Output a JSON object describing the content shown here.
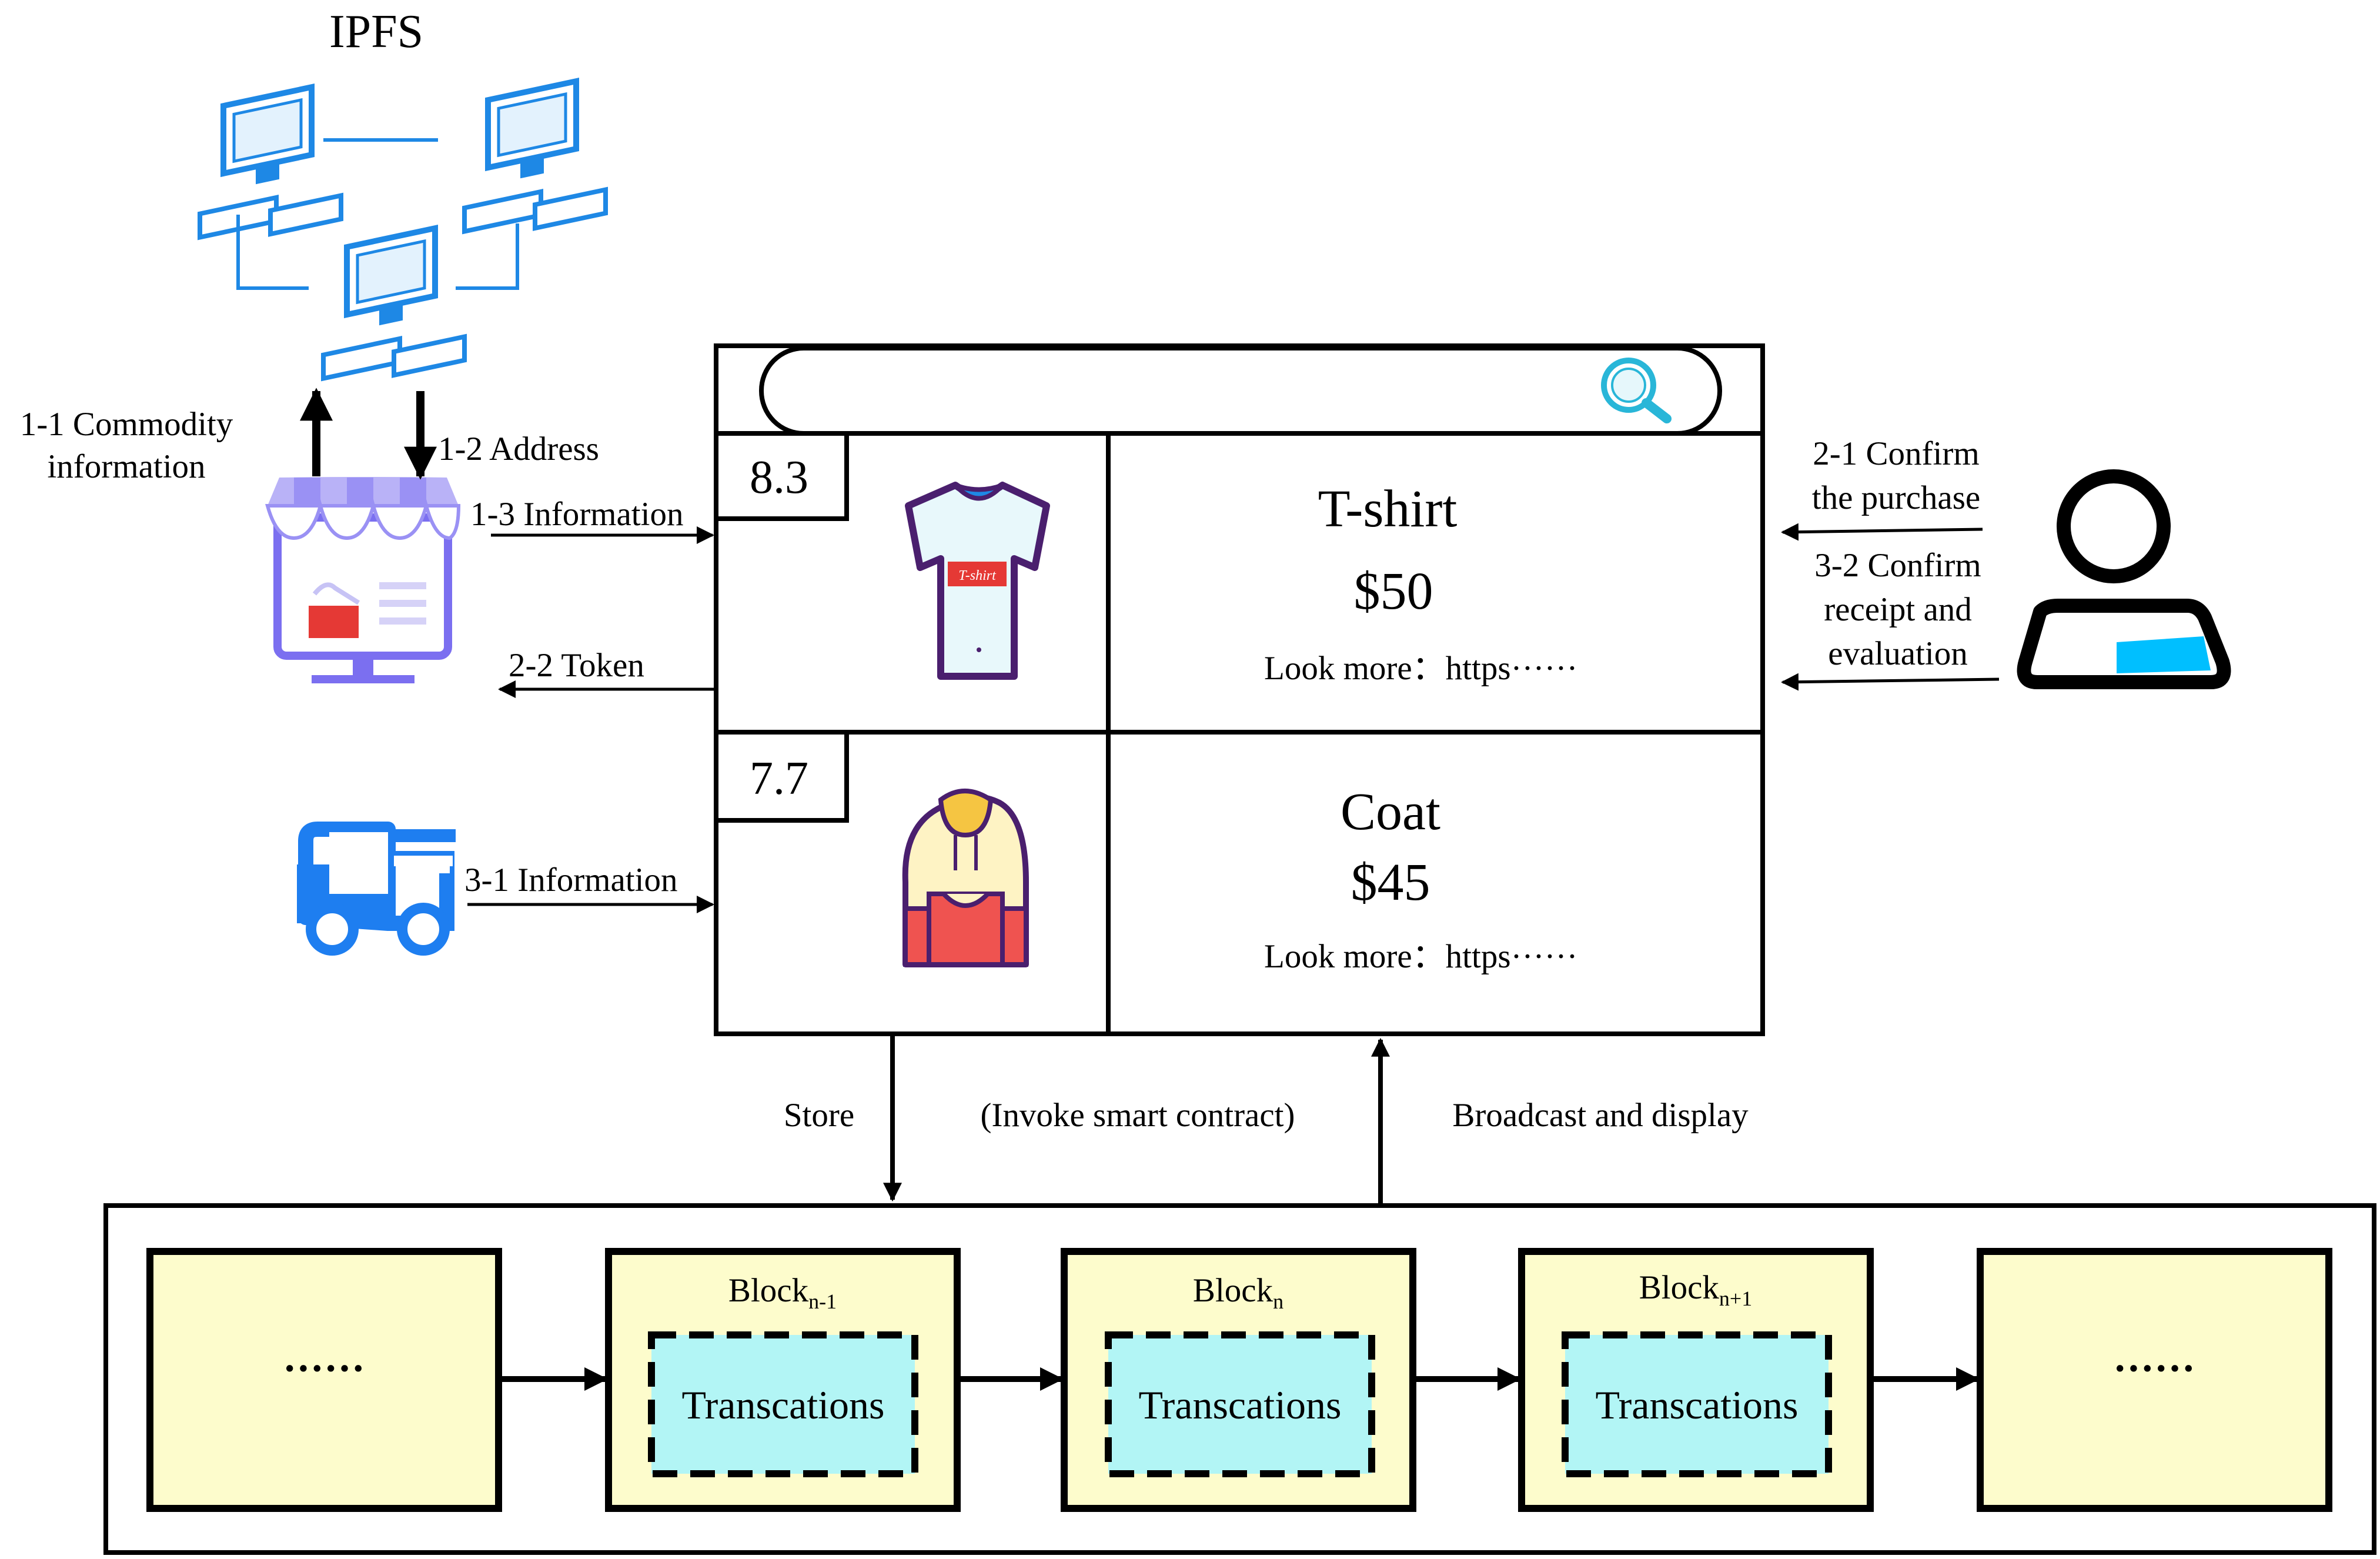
{
  "ipfs": {
    "title": "IPFS"
  },
  "labels": {
    "commodity_info_line1": "1-1 Commodity",
    "commodity_info_line2": "information",
    "address": "1-2 Address",
    "information_1_3": "1-3 Information",
    "token": "2-2 Token",
    "information_3_1": "3-1 Information",
    "confirm_purchase_line1": "2-1 Confirm",
    "confirm_purchase_line2": "the purchase",
    "confirm_receipt_line1": "3-2 Confirm",
    "confirm_receipt_line2": "receipt and",
    "confirm_receipt_line3": "evaluation",
    "store": "Store",
    "invoke": "(Invoke smart contract)",
    "broadcast": "Broadcast and display"
  },
  "products": [
    {
      "score": "8.3",
      "name": "T-shirt",
      "price": "$50",
      "link": "Look more：https······",
      "shirt_text": "T-shirt"
    },
    {
      "score": "7.7",
      "name": "Coat",
      "price": "$45",
      "link": "Look more：https······"
    }
  ],
  "chain": {
    "ellipsis": "······",
    "blocks": [
      {
        "label": "Block",
        "subscript": "n-1",
        "content": "Transcations"
      },
      {
        "label": "Block",
        "subscript": "n",
        "content": "Transcations"
      },
      {
        "label": "Block",
        "subscript": "n+1",
        "content": "Transcations"
      }
    ]
  },
  "colors": {
    "computer_blue": "#1e88e5",
    "store_purple": "#7b6ff0",
    "truck_blue": "#1e7ef0",
    "search_teal": "#29b6d8",
    "block_fill": "#fdfccc",
    "transaction_fill": "#b2f5f5",
    "user_cyan": "#00bfff"
  },
  "icons": [
    "computer-icon",
    "store-icon",
    "truck-icon",
    "user-icon",
    "search-icon",
    "tshirt-icon",
    "hoodie-icon"
  ]
}
